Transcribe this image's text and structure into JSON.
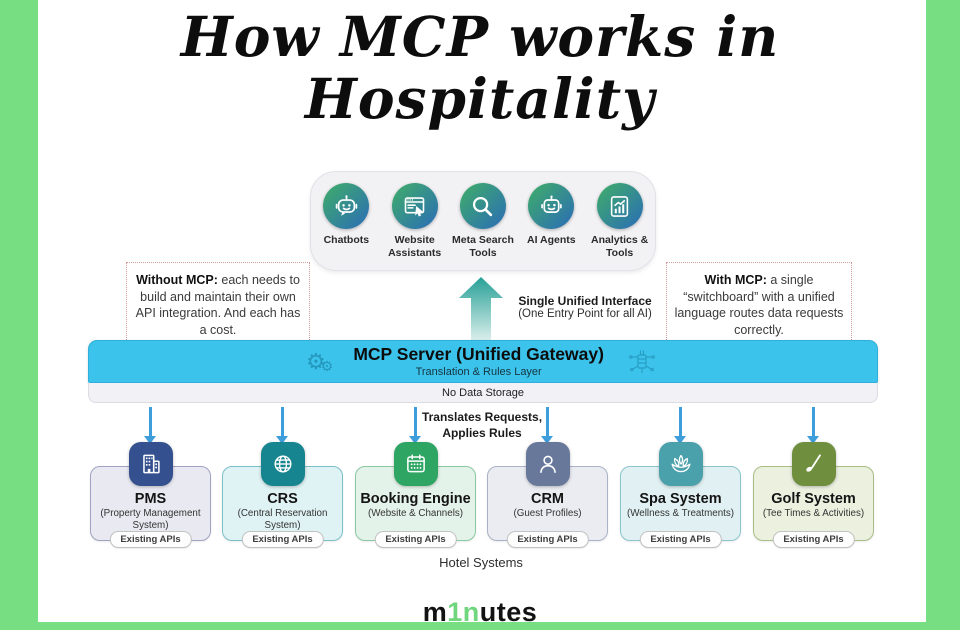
{
  "header": {
    "title_line1": "How MCP works in",
    "title_line2": "Hospitality"
  },
  "ai_clients": {
    "items": [
      {
        "label": "Chatbots",
        "icon": "chatbot-icon"
      },
      {
        "label": "Website Assistants",
        "icon": "website-assistant-icon"
      },
      {
        "label": "Meta Search Tools",
        "icon": "meta-search-icon"
      },
      {
        "label": "AI Agents",
        "icon": "ai-agent-icon"
      },
      {
        "label": "Analytics & Tools",
        "icon": "analytics-icon"
      }
    ],
    "icon_gradient": [
      "#3FAE67",
      "#2B6CB8"
    ]
  },
  "callouts": {
    "without_mcp": {
      "lead": "Without MCP:",
      "body": "each needs to build and maintain their own API integration. And each has a cost."
    },
    "with_mcp": {
      "lead": "With MCP:",
      "body": "a single “switchboard” with a unified language routes data requests correctly."
    }
  },
  "unified_interface": {
    "title": "Single Unified Interface",
    "subtitle": "(One Entry Point for all AI)"
  },
  "mcp_server": {
    "title": "MCP Server (Unified Gateway)",
    "subtitle": "Translation & Rules Layer",
    "storage_note": "No Data Storage",
    "bar_color": "#3BC3EC"
  },
  "flow": {
    "line1": "Translates Requests,",
    "line2": "Applies Rules"
  },
  "systems": {
    "group_label": "Hotel Systems",
    "items": [
      {
        "name": "PMS",
        "subtitle": "(Property Management System)",
        "badge": "Existing APIs",
        "icon": "building-icon",
        "tile_color": "#34508E",
        "bg_color": "#E9E9F2",
        "border_color": "#9FA3C2"
      },
      {
        "name": "CRS",
        "subtitle": "(Central Reservation System)",
        "badge": "Existing APIs",
        "icon": "globe-icon",
        "tile_color": "#17858F",
        "bg_color": "#DFF2F4",
        "border_color": "#7BC0C9"
      },
      {
        "name": "Booking Engine",
        "subtitle": "(Website & Channels)",
        "badge": "Existing APIs",
        "icon": "calendar-icon",
        "tile_color": "#2EA563",
        "bg_color": "#E4F3E9",
        "border_color": "#8AC8A2"
      },
      {
        "name": "CRM",
        "subtitle": "(Guest Profiles)",
        "badge": "Existing APIs",
        "icon": "user-icon",
        "tile_color": "#68789B",
        "bg_color": "#EAECF2",
        "border_color": "#AAB2C5"
      },
      {
        "name": "Spa System",
        "subtitle": "(Wellness & Treatments)",
        "badge": "Existing APIs",
        "icon": "lotus-icon",
        "tile_color": "#4AA0AB",
        "bg_color": "#E1F1F3",
        "border_color": "#8CC4CC"
      },
      {
        "name": "Golf System",
        "subtitle": "(Tee Times & Activities)",
        "badge": "Existing APIs",
        "icon": "golf-icon",
        "tile_color": "#6F8F3E",
        "bg_color": "#EBF0DF",
        "border_color": "#A9BD86"
      }
    ]
  },
  "footer": {
    "logo": {
      "prefix": "m",
      "highlight": "1n",
      "suffix": "utes",
      "highlight_color": "#6FD67E"
    }
  },
  "frame": {
    "border_color": "#77DE81",
    "arrow_color": "#3E9EDC"
  }
}
